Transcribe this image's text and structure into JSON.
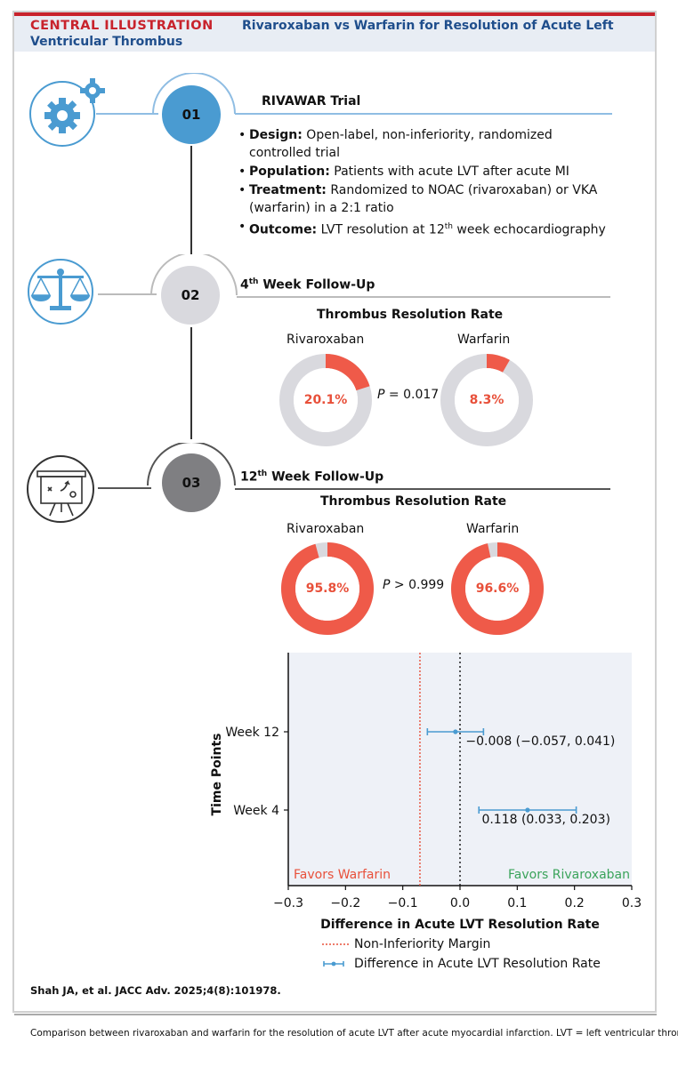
{
  "header": {
    "label": "CENTRAL ILLUSTRATION",
    "title_line1": "Rivaroxaban vs Warfarin for Resolution of Acute Left",
    "title_line2": "Ventricular Thrombus"
  },
  "sections": [
    {
      "number": "01",
      "title": "RIVAWAR Trial",
      "icon": "gears-icon",
      "bullets": [
        {
          "label": "Design:",
          "text": "Open-label, non-inferiority, randomized controlled trial"
        },
        {
          "label": "Population:",
          "text": "Patients with acute LVT after acute MI"
        },
        {
          "label": "Treatment:",
          "text": "Randomized to NOAC (rivaroxaban) or VKA (warfarin) in a 2:1 ratio"
        },
        {
          "label": "Outcome:",
          "text": "LVT resolution at 12",
          "sup": "th",
          "text_after": " week echocardiography"
        }
      ]
    },
    {
      "number": "02",
      "title_pre": "4",
      "title_sup": "th",
      "title_post": " Week Follow-Up",
      "icon": "balance-scale-icon",
      "chart_title": "Thrombus Resolution Rate",
      "groups": [
        {
          "name": "Rivaroxaban",
          "value": 20.1,
          "label": "20.1%"
        },
        {
          "name": "Warfarin",
          "value": 8.3,
          "label": "8.3%"
        }
      ],
      "p_prefix": "P",
      "p_text": " = 0.017"
    },
    {
      "number": "03",
      "title_pre": "12",
      "title_sup": "th",
      "title_post": " Week Follow-Up",
      "icon": "presentation-board-icon",
      "chart_title": "Thrombus Resolution Rate",
      "groups": [
        {
          "name": "Rivaroxaban",
          "value": 95.8,
          "label": "95.8%"
        },
        {
          "name": "Warfarin",
          "value": 96.6,
          "label": "96.6%"
        }
      ],
      "p_prefix": "P",
      "p_text": " > 0.999"
    }
  ],
  "chart_data": {
    "type": "scatter",
    "title": "",
    "xlabel": "Difference in Acute LVT Resolution Rate",
    "ylabel": "Time Points",
    "xlim": [
      -0.3,
      0.3
    ],
    "xticks": [
      "−0.3",
      "−0.2",
      "−0.1",
      "0.0",
      "0.1",
      "0.2",
      "0.3"
    ],
    "xtick_values": [
      -0.3,
      -0.2,
      -0.1,
      0.0,
      0.1,
      0.2,
      0.3
    ],
    "categories": [
      "Week 12",
      "Week 4"
    ],
    "points": [
      {
        "category": "Week 12",
        "estimate": -0.008,
        "lower": -0.057,
        "upper": 0.041,
        "label": "−0.008 (−0.057, 0.041)"
      },
      {
        "category": "Week 4",
        "estimate": 0.118,
        "lower": 0.033,
        "upper": 0.203,
        "label": "0.118 (0.033, 0.203)"
      }
    ],
    "non_inferiority_margin": -0.07,
    "reference_line": 0.0,
    "region_labels": {
      "left": "Favors Warfarin",
      "right": "Favors Rivaroxaban"
    },
    "legend": [
      {
        "name": "Non-Inferiority Margin",
        "style": "dotted",
        "color": "#e8503a"
      },
      {
        "name": "Difference in Acute LVT Resolution Rate",
        "style": "errorbar",
        "color": "#4a9bd1"
      }
    ],
    "colors": {
      "background": "#eef1f7",
      "ci": "#4a9bd1",
      "margin": "#e8503a",
      "warfarin": "#e8503a",
      "rivaroxaban": "#3aa35a"
    }
  },
  "colors": {
    "red": "#c8232c",
    "navy": "#1f4e8c",
    "blue": "#4a9bd1",
    "gray_circle": "#d9d9de",
    "dark_circle": "#7f7f82",
    "donut_fill": "#ef5a49",
    "donut_track": "#d9d9de"
  },
  "citation": "Shah JA, et al. JACC Adv. 2025;4(8):101978.",
  "footer": "Comparison between rivaroxaban and warfarin for the resolution of acute LVT after acute myocardial infarction. LVT = left ventricular thrombus."
}
